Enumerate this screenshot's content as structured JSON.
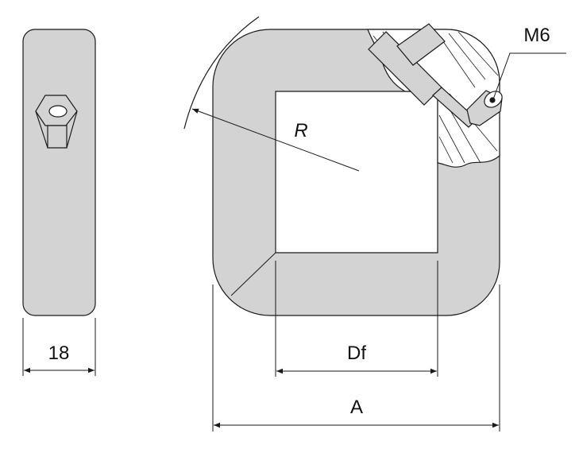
{
  "drawing": {
    "labels": {
      "thickness": "18",
      "thread": "M6",
      "radius": "R",
      "inner_dim": "Df",
      "outer_dim": "A"
    },
    "colors": {
      "fill": "#d3d3d3",
      "line": "#1a1a1a",
      "background": "#ffffff"
    }
  }
}
